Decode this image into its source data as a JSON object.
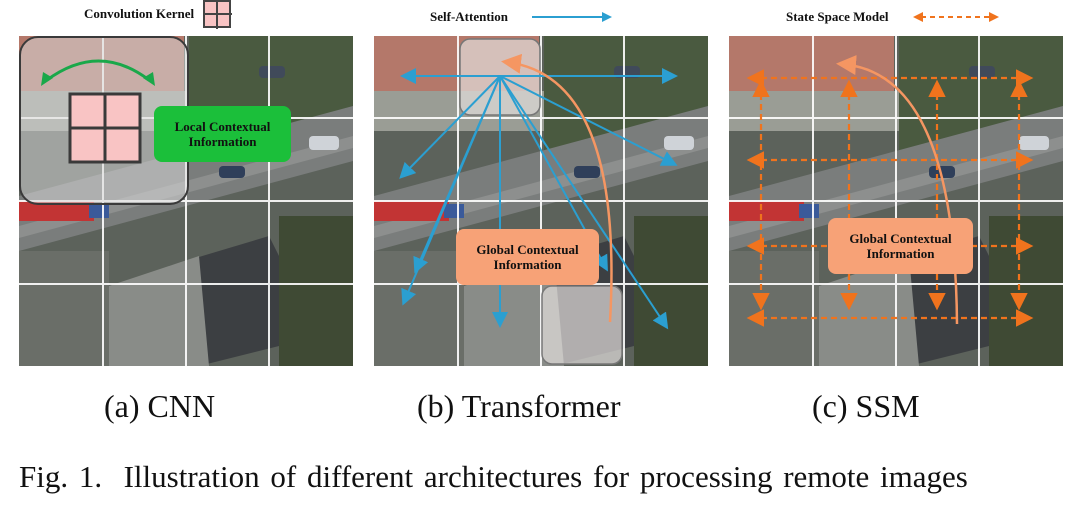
{
  "legend": {
    "kernel": "Convolution Kernel",
    "attention": "Self-Attention",
    "ssm": "State Space Model"
  },
  "panels": {
    "cnn": {
      "info": "Local Contextual\nInformation",
      "caption": "(a) CNN"
    },
    "transformer": {
      "info": "Global Contextual\nInformation",
      "caption": "(b) Transformer"
    },
    "ssm": {
      "info": "Global Contextual\nInformation",
      "caption": "(c) SSM"
    }
  },
  "figure_caption": "Fig. 1.  Illustration of different architectures for processing remote images",
  "colors": {
    "kernel_fill": "#f9c4c4",
    "local_box": "#1bbf3a",
    "global_box": "#f7a277",
    "attention_arrow": "#2b9fd1",
    "ssm_arrow": "#f0731d",
    "context_arc_green": "#1aa84a",
    "context_arc_orange": "#f59662"
  }
}
